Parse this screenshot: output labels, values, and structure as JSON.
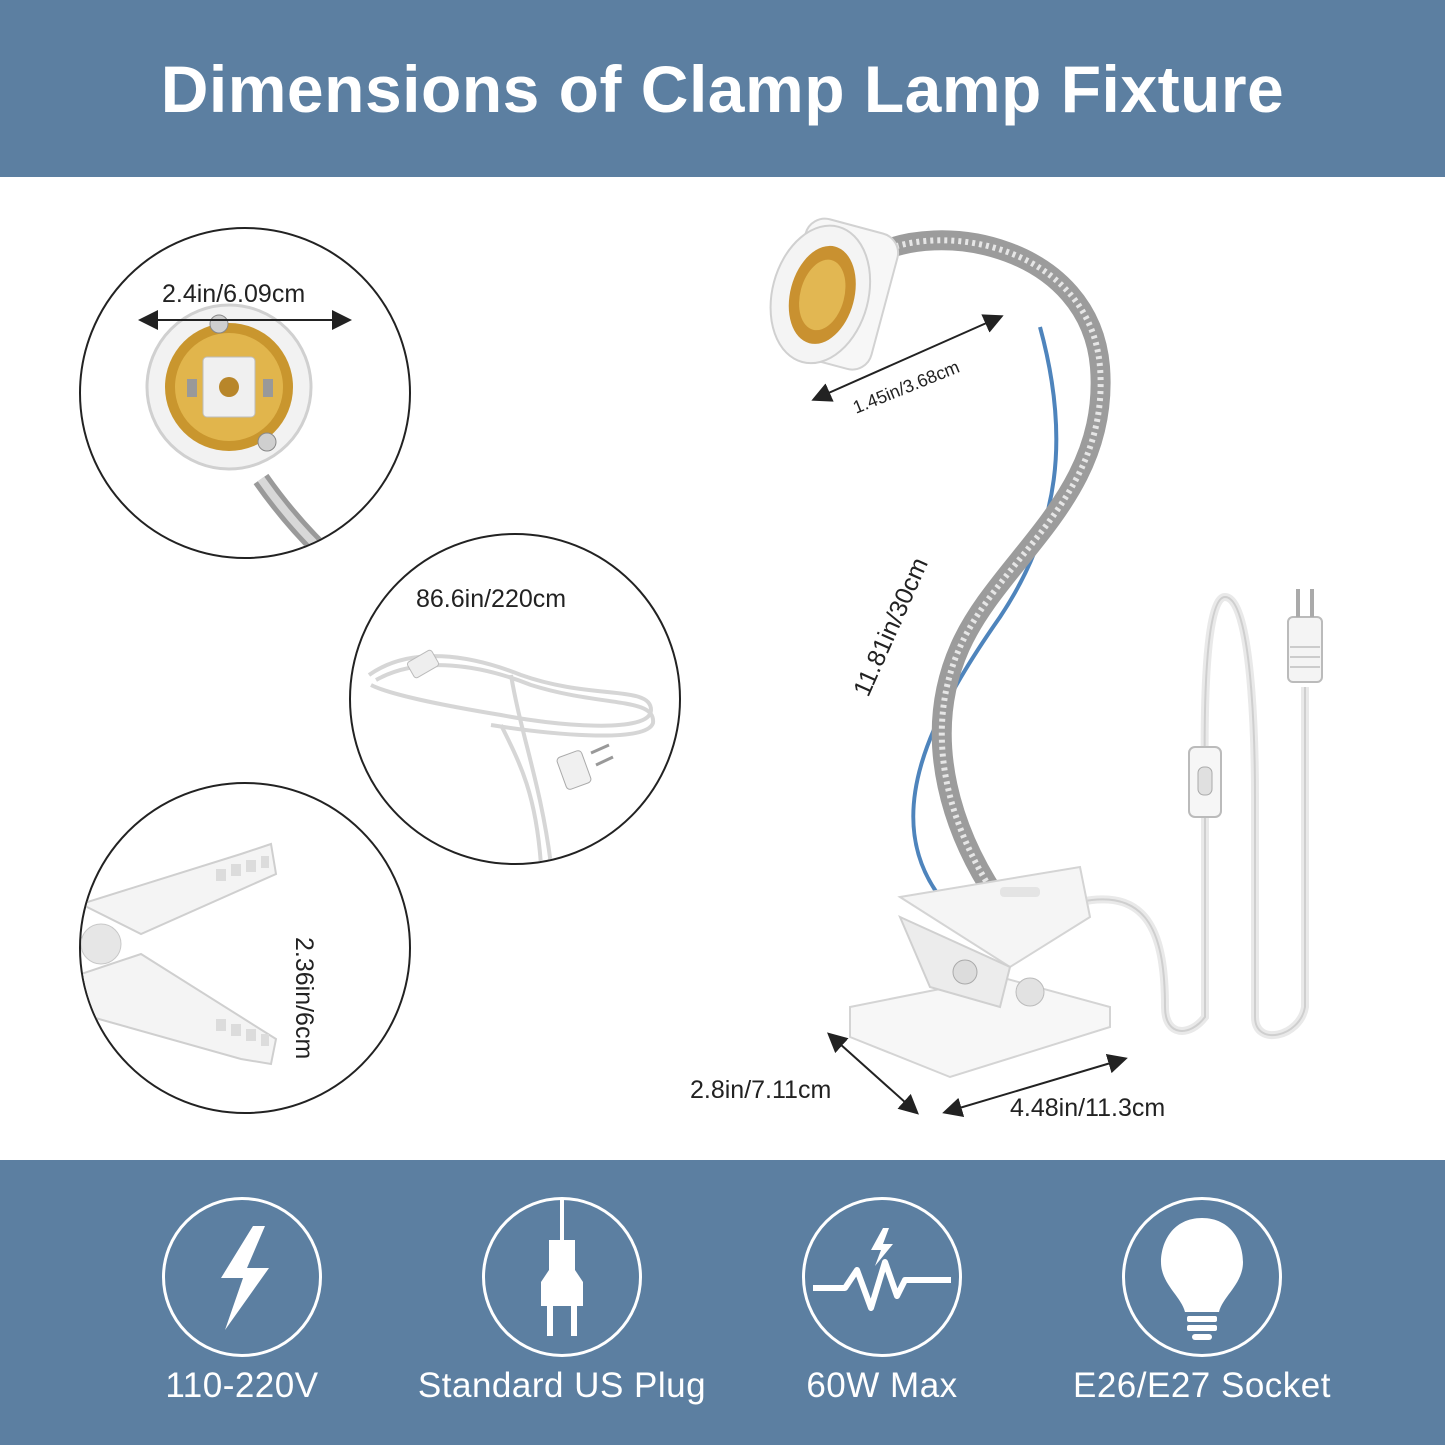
{
  "header": {
    "title": "Dimensions of Clamp Lamp Fixture"
  },
  "dimensions": {
    "socket_diameter": "2.4in/6.09cm",
    "cord_length": "86.6in/220cm",
    "clip_opening": "2.36in/6cm",
    "socket_width": "1.45in/3.68cm",
    "gooseneck_length": "11.81in/30cm",
    "clip_depth": "2.8in/7.11cm",
    "clip_length": "4.48in/11.3cm"
  },
  "features": [
    {
      "label": "110-220V",
      "icon": "lightning-icon"
    },
    {
      "label": "Standard US Plug",
      "icon": "plug-icon"
    },
    {
      "label": "60W Max",
      "icon": "power-wave-icon"
    },
    {
      "label": "E26/E27 Socket",
      "icon": "bulb-icon"
    }
  ],
  "colors": {
    "band": "#5c7fa1",
    "text": "#ffffff",
    "accent_line": "#2f6fb0"
  }
}
